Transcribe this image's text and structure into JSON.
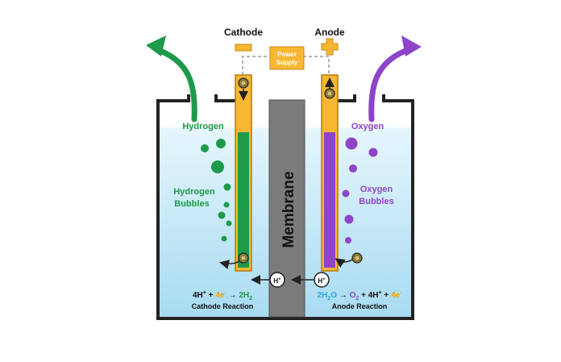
{
  "labels": {
    "cathode": "Cathode",
    "anode": "Anode",
    "power_supply_line1": "Power",
    "power_supply_line2": "Supply",
    "hydrogen": "Hydrogen",
    "oxygen": "Oxygen",
    "hydrogen_bubbles_line1": "Hydrogen",
    "hydrogen_bubbles_line2": "Bubbles",
    "oxygen_bubbles_line1": "Oxygen",
    "oxygen_bubbles_line2": "Bubbles",
    "membrane": "Membrane",
    "proton_left": "H+",
    "proton_right": "H+",
    "cathode_reaction_caption": "Cathode Reaction",
    "anode_reaction_caption": "Anode Reaction"
  },
  "equations": {
    "cathode": {
      "reactant_1": "4H",
      "reactant_1_sup": "+",
      "plus": "+",
      "reactant_2": "4e",
      "reactant_2_sup": "-",
      "arrow": "→",
      "product": "2H",
      "product_sub": "2"
    },
    "anode": {
      "reactant": "2H",
      "reactant_sub": "2",
      "reactant_tail": "O",
      "arrow": "→",
      "product_1": "O",
      "product_1_sub": "2",
      "plus_1": "+",
      "product_2": "4H",
      "product_2_sup": "+",
      "plus_2": "+",
      "product_3": "4e",
      "product_3_sup": "-"
    }
  },
  "colors": {
    "hydrogen": "#1e9a4a",
    "oxygen": "#8e44c9",
    "electrode": "#f7b733",
    "membrane": "#7b7b7b",
    "water_top": "#d9f1fb",
    "water_bottom": "#a9dcf1",
    "electron_yellow": "#f0a500",
    "water_blue": "#2aa7e0",
    "tank": "#222222"
  }
}
